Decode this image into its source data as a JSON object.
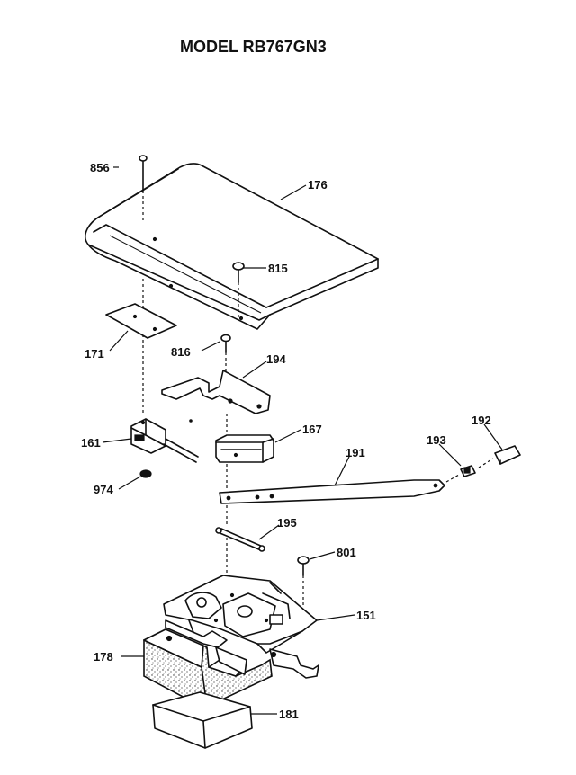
{
  "title": "MODEL RB767GN3",
  "labels": {
    "856": "856",
    "176": "176",
    "815": "815",
    "171": "171",
    "816": "816",
    "194": "194",
    "161": "161",
    "167": "167",
    "191": "191",
    "193": "193",
    "192": "192",
    "974": "974",
    "195": "195",
    "801": "801",
    "151": "151",
    "178": "178",
    "181": "181"
  }
}
